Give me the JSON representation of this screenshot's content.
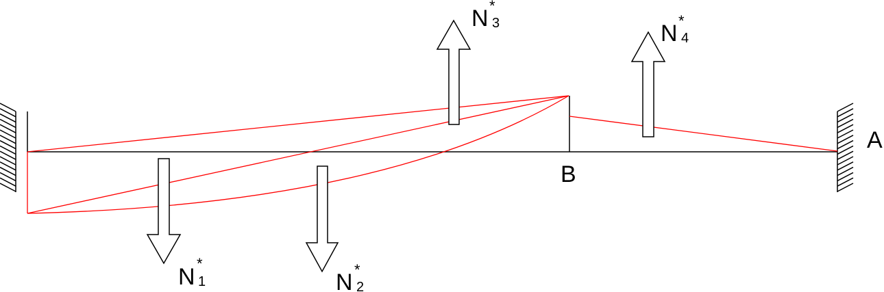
{
  "labels": {
    "a": "A",
    "b": "B",
    "n1": {
      "main": "N",
      "sub": "1",
      "star": "*"
    },
    "n2": {
      "main": "N",
      "sub": "2",
      "star": "*"
    },
    "n3": {
      "main": "N",
      "sub": "3",
      "star": "*"
    },
    "n4": {
      "main": "N",
      "sub": "4",
      "star": "*"
    }
  },
  "colors": {
    "structure": "#000000",
    "deflection": "#ff0000"
  }
}
